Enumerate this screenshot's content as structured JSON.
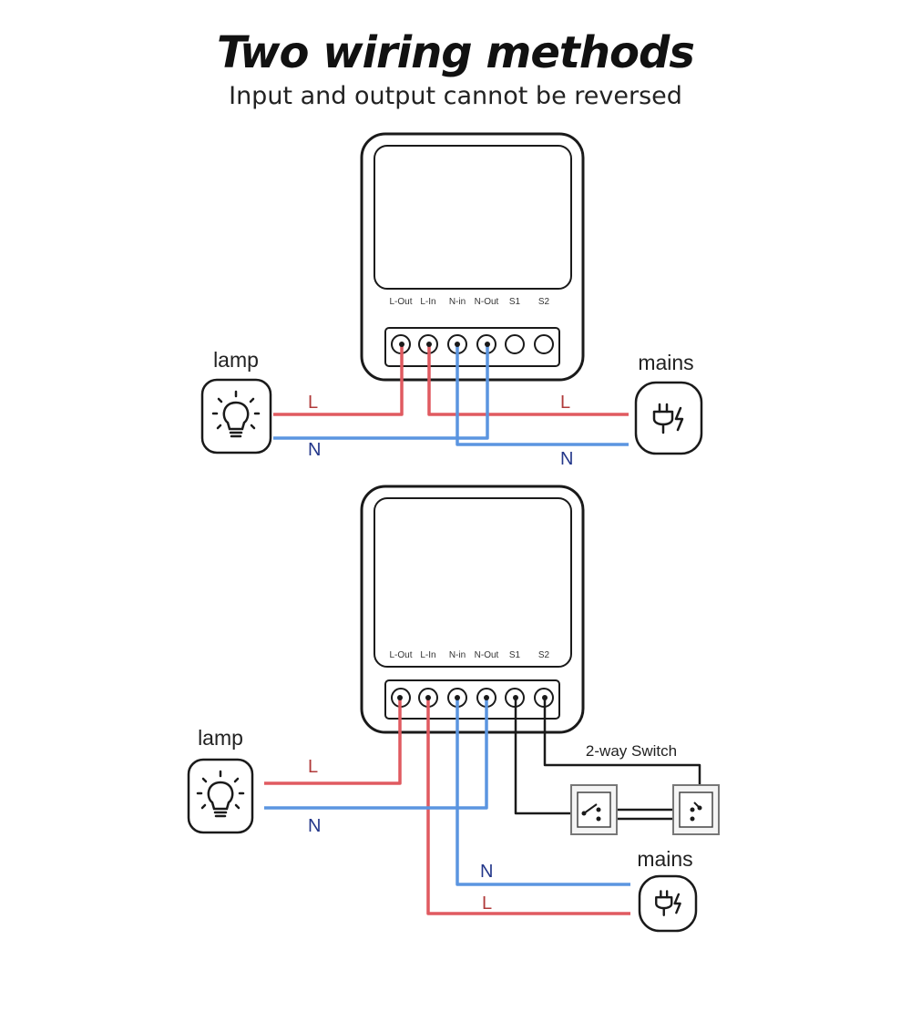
{
  "title": "Two wiring methods",
  "subtitle": "Input and output cannot be reversed",
  "colors": {
    "live": "#e05a60",
    "neutral": "#5b95e0",
    "label_red": "#b03a3a",
    "label_blue": "#23378a",
    "outline": "#1a1a1a"
  },
  "terminal_labels": [
    "L-Out",
    "L-In",
    "N-in",
    "N-Out",
    "S1",
    "S2"
  ],
  "diagram1": {
    "lamp_label": "lamp",
    "mains_label": "mains",
    "lamp_live_label": "L",
    "lamp_neutral_label": "N",
    "mains_live_label": "L",
    "mains_neutral_label": "N"
  },
  "diagram2": {
    "lamp_label": "lamp",
    "mains_label": "mains",
    "switch_label": "2-way Switch",
    "lamp_live_label": "L",
    "lamp_neutral_label": "N",
    "mains_neutral_label": "N",
    "mains_live_label": "L"
  },
  "icons": {
    "lamp": "lightbulb-icon",
    "mains": "power-plug-icon",
    "switch": "wall-switch-icon"
  }
}
